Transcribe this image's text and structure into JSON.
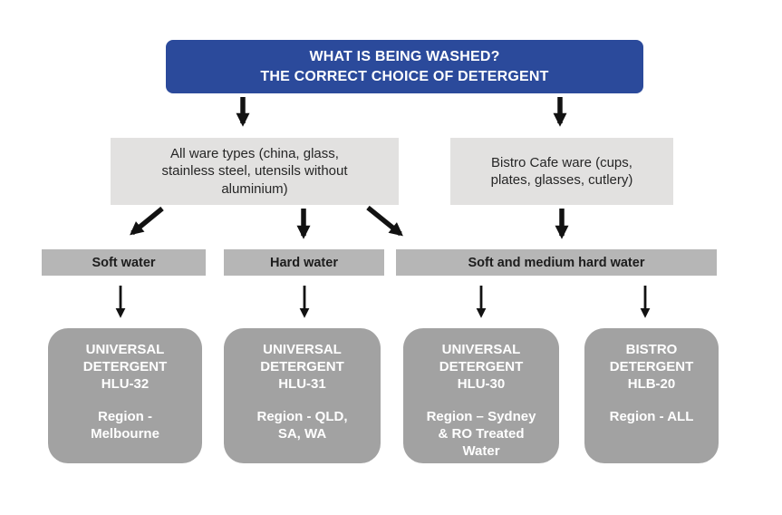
{
  "title": {
    "line1": "WHAT IS BEING WASHED?",
    "line2": "THE CORRECT CHOICE OF DETERGENT"
  },
  "ware_boxes": [
    {
      "label": "All ware types (china, glass, stainless steel, utensils without aluminium)"
    },
    {
      "label": "Bistro Cafe ware (cups, plates, glasses, cutlery)"
    }
  ],
  "water_bars": [
    {
      "label": "Soft water"
    },
    {
      "label": "Hard water"
    },
    {
      "label": "Soft and medium hard water"
    }
  ],
  "detergent_boxes": [
    {
      "product": "UNIVERSAL DETERGENT",
      "code": "HLU-32",
      "region": "Region - Melbourne"
    },
    {
      "product": "UNIVERSAL DETERGENT",
      "code": "HLU-31",
      "region": "Region - QLD, SA, WA"
    },
    {
      "product": "UNIVERSAL DETERGENT",
      "code": "HLU-30",
      "region": "Region – Sydney & RO Treated Water"
    },
    {
      "product": "BISTRO DETERGENT",
      "code": "HLB-20",
      "region": "Region - ALL"
    }
  ],
  "colors": {
    "header_bg": "#2b4a9b",
    "header_text": "#ffffff",
    "ware_box_bg": "#e2e1e0",
    "water_bar_bg": "#b6b6b6",
    "detergent_box_bg": "#a2a2a2",
    "detergent_text": "#ffffff",
    "arrow": "#121212"
  }
}
